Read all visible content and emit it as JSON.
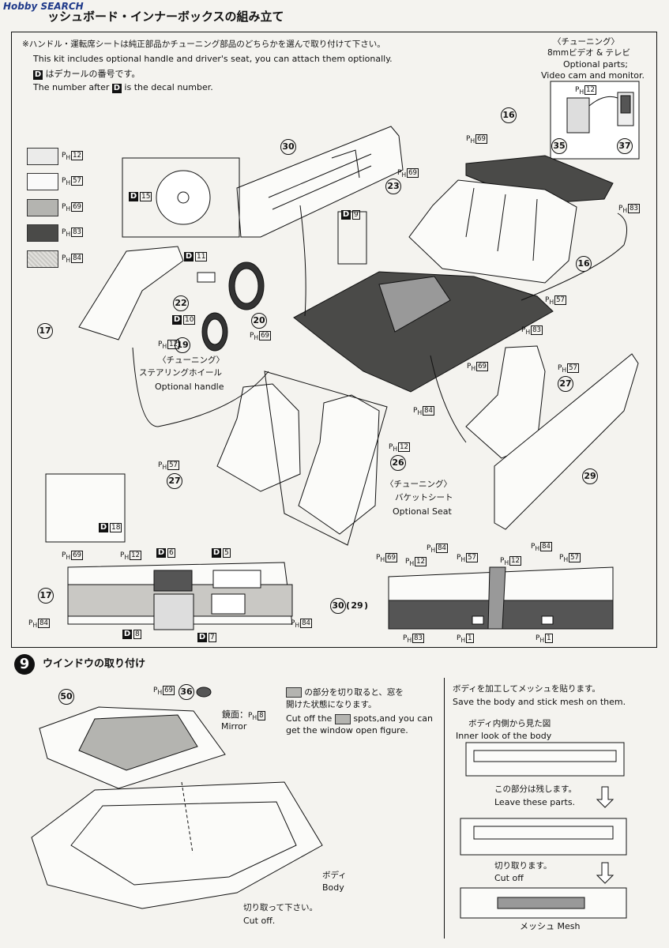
{
  "header": {
    "watermark": "Hobby SEARCH",
    "title": "ッシュボード・インナーボックスの組み立て"
  },
  "notes": {
    "jp_optional": "※ハンドル・運転席シートは純正部品かチューニング部品のどちらかを選んで取り付けて下さい。",
    "en_optional": "This kit includes optional handle and driver's seat, you can attach them optionally.",
    "decal_key": "D",
    "jp_decal": "はデカールの番号です。",
    "en_decal_pre": "The number after",
    "en_decal_post": "is the decal number."
  },
  "tuning_video": {
    "jp_label": "〈チューニング〉",
    "jp_items": "8mmビデオ & テレビ",
    "en_line1": "Optional parts;",
    "en_line2": "Video cam and monitor.",
    "paint": "12",
    "parts": [
      "35",
      "37"
    ]
  },
  "paint_key": [
    {
      "code": "12",
      "color": "#ebebea"
    },
    {
      "code": "57",
      "color": "#fafafa"
    },
    {
      "code": "69",
      "color": "#b4b4b0"
    },
    {
      "code": "83",
      "color": "#4a4a48"
    },
    {
      "code": "84",
      "color": "#c9c8c4"
    }
  ],
  "ph_prefix": "P",
  "ph_sub": "H",
  "d_prefix": "D",
  "labels": {
    "tuning_handle_jp1": "〈チューニング〉",
    "tuning_handle_jp2": "ステアリングホイール",
    "tuning_handle_en": "Optional handle",
    "tuning_seat_jp1": "〈チューニング〉",
    "tuning_seat_jp2": "バケットシート",
    "tuning_seat_en": "Optional Seat",
    "part_30_29": "30",
    "part_29_paren": "29"
  },
  "step9": {
    "number": "9",
    "title": "ウインドウの取り付け",
    "mirror_jp": "鏡面：",
    "mirror_en": "Mirror",
    "mirror_paint": "8",
    "cut_jp1": "の部分を切り取ると、窓を",
    "cut_jp2": "開けた状態になります。",
    "cut_en1_pre": "Cut off the",
    "cut_en1_post": "spots,and you can",
    "cut_en2": "get the window open figure.",
    "body_jp": "ボディ",
    "body_en": "Body",
    "cutoff_jp": "切り取って下さい。",
    "cutoff_en": "Cut off.",
    "mesh_jp": "ボディを加工してメッシュを貼ります。",
    "mesh_en": "Save the body and stick mesh on them.",
    "inner_jp": "ボディ内側から見た図",
    "inner_en": "Inner look of the body",
    "leave_jp": "この部分は残します。",
    "leave_en": "Leave these parts.",
    "cut_jp": "切り取ります。",
    "cut_en": "Cut off",
    "mesh_label": "メッシュ Mesh",
    "parts": [
      "50",
      "36"
    ],
    "paint_36": "69"
  }
}
